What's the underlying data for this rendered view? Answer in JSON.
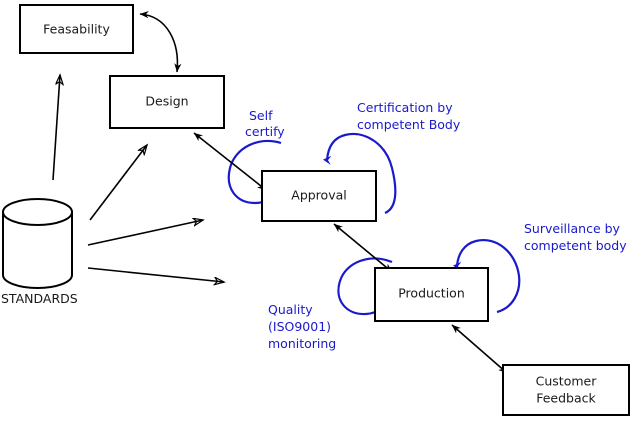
{
  "diagram": {
    "title": "Standards lifecycle process diagram",
    "background_color": "#ffffff",
    "flow_color": "#000000",
    "loop_color": "#1a1acc",
    "nodes": [
      {
        "id": "feasability",
        "label": "Feasability",
        "shape": "rectangle"
      },
      {
        "id": "design",
        "label": "Design",
        "shape": "rectangle"
      },
      {
        "id": "approval",
        "label": "Approval",
        "shape": "rectangle"
      },
      {
        "id": "production",
        "label": "Production",
        "shape": "rectangle"
      },
      {
        "id": "customer_feedback",
        "label": "Customer\nFeedback",
        "shape": "rectangle"
      },
      {
        "id": "standards",
        "label": "STANDARDS",
        "shape": "cylinder"
      }
    ],
    "node_labels": {
      "feasability": "Feasability",
      "design": "Design",
      "approval": "Approval",
      "production": "Production",
      "customer_feedback_line1": "Customer",
      "customer_feedback_line2": "Feedback",
      "standards": "STANDARDS"
    },
    "loop_labels": {
      "self_certify_line1": "Self",
      "self_certify_line2": "certify",
      "certification_line1": "Certification by",
      "certification_line2": "competent Body",
      "surveillance_line1": "Surveillance by",
      "surveillance_line2": "competent body",
      "quality_line1": "Quality",
      "quality_line2": "(ISO9001)",
      "quality_line3": "monitoring"
    },
    "edges": [
      {
        "from": "design",
        "to": "feasability",
        "style": "curved",
        "arrows": "both"
      },
      {
        "from": "standards",
        "to": "feasability",
        "style": "straight",
        "arrows": "single"
      },
      {
        "from": "standards",
        "to": "design",
        "style": "straight",
        "arrows": "single"
      },
      {
        "from": "standards",
        "to": "approval",
        "style": "straight",
        "arrows": "single"
      },
      {
        "from": "standards",
        "to": "production",
        "style": "straight",
        "arrows": "single"
      },
      {
        "from": "design",
        "to": "approval",
        "style": "straight",
        "arrows": "both"
      },
      {
        "from": "approval",
        "to": "production",
        "style": "straight",
        "arrows": "both"
      },
      {
        "from": "production",
        "to": "customer_feedback",
        "style": "straight",
        "arrows": "both"
      }
    ],
    "loops": [
      {
        "id": "self_certify",
        "attached_to": "approval",
        "side": "left",
        "label": "Self certify"
      },
      {
        "id": "certification",
        "attached_to": "approval",
        "side": "right",
        "label": "Certification by competent Body"
      },
      {
        "id": "quality",
        "attached_to": "production",
        "side": "left",
        "label": "Quality (ISO9001) monitoring"
      },
      {
        "id": "surveillance",
        "attached_to": "production",
        "side": "right",
        "label": "Surveillance by competent body"
      }
    ]
  }
}
